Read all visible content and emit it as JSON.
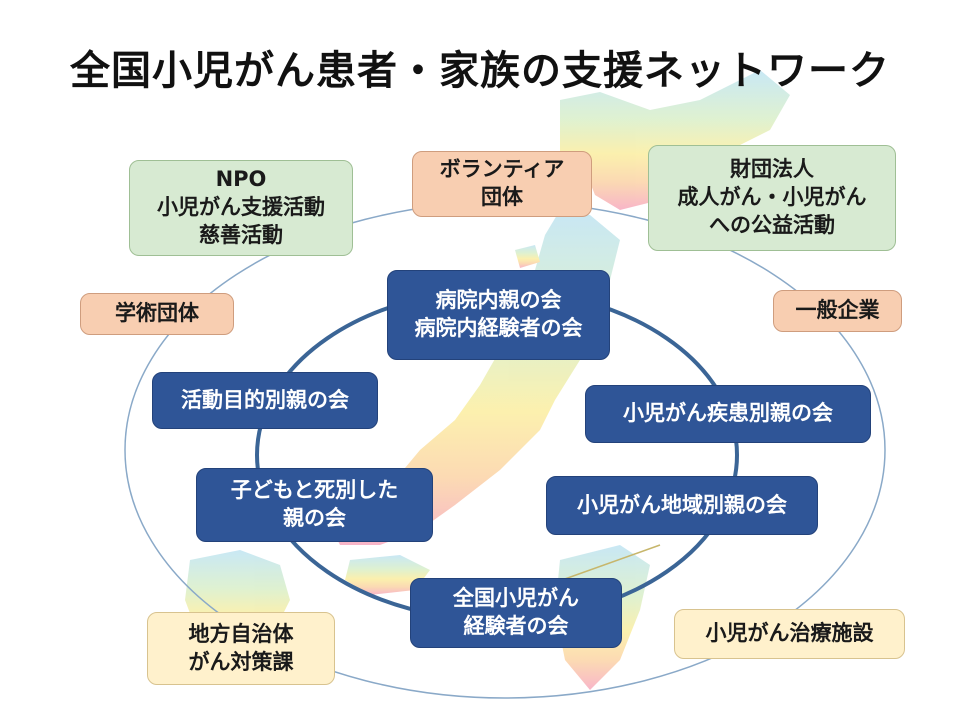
{
  "title": "全国小児がん患者・家族の支援ネットワーク",
  "inner_groups": {
    "hospital": "病院内親の会\n病院内経験者の会",
    "activity_purpose": "活動目的別親の会",
    "disease": "小児がん疾患別親の会",
    "bereaved": "子どもと死別した\n親の会",
    "region": "小児がん地域別親の会",
    "survivors": "全国小児がん\n経験者の会"
  },
  "outer_groups": {
    "npo": "NPO\n小児がん支援活動\n慈善活動",
    "volunteer": "ボランティア\n団体",
    "foundation": "財団法人\n成人がん・小児がん\nへの公益活動",
    "academic": "学術団体",
    "company": "一般企業",
    "local_gov": "地方自治体\nがん対策課",
    "treatment_facility": "小児がん治療施設"
  }
}
